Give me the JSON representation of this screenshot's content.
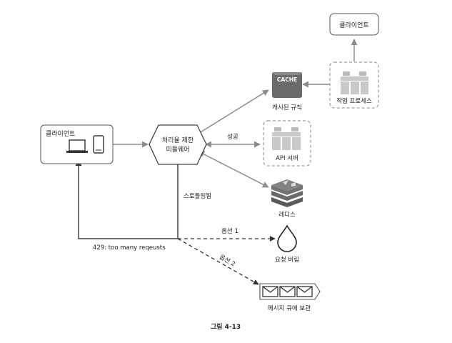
{
  "labels": {
    "client_left": "클라이언트",
    "client_top": "클라이언트",
    "middleware_line1": "처리율 제한",
    "middleware_line2": "미들웨어",
    "cache_box": "CACHE",
    "cache_rules": "캐시된 규칙",
    "worker": "작업 프로세스",
    "api_server": "API 서버",
    "redis": "레디스",
    "success": "성공",
    "throttled": "스로틀링됨",
    "option1": "옵션 1",
    "option2": "옵션 2",
    "drop_request": "요청 버림",
    "error_429": "429: too many reqeusts",
    "message_queue": "메시지 큐에 보관"
  },
  "caption": "그림 4-13",
  "colors": {
    "line": "#8c8c8c",
    "dark_line": "#333333",
    "cache_fill": "#6b6b6b",
    "redis_fill": "#6e6e6e",
    "server_fill": "#c9c9c9"
  }
}
